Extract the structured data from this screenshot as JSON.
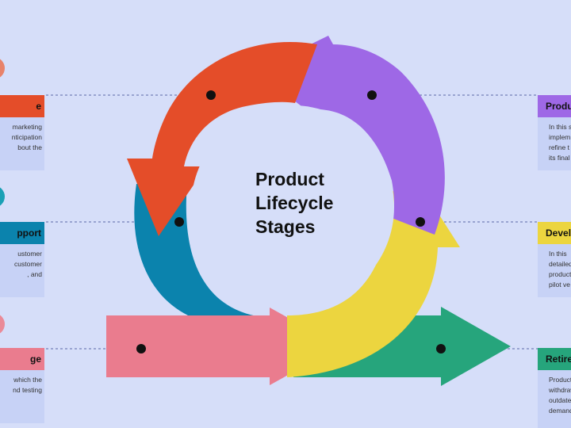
{
  "title_lines": [
    "Product",
    "Lifecycle",
    "Stages"
  ],
  "colors": {
    "background": "#d6def9",
    "orange": "#e44d29",
    "purple": "#9e68e6",
    "teal": "#0b83ad",
    "yellow": "#ecd53f",
    "green": "#26a57c",
    "pink": "#ea7c8e",
    "card_body": "#c7d2f6"
  },
  "stages": [
    {
      "id": "left-1",
      "header": "e",
      "body": [
        "marketing",
        "nticipation",
        "bout the"
      ],
      "color": "#e44d29"
    },
    {
      "id": "left-2",
      "header": "pport",
      "body": [
        "ustomer",
        "customer",
        ", and"
      ],
      "color": "#0b83ad"
    },
    {
      "id": "left-3",
      "header": "ge",
      "body": [
        "which the",
        "nd testing"
      ],
      "color": "#ea7c8e"
    },
    {
      "id": "right-1",
      "header": "Produ",
      "body": [
        "In this s",
        "implem",
        "refine t",
        "its final"
      ],
      "color": "#9e68e6"
    },
    {
      "id": "right-2",
      "header": "Devel",
      "body": [
        "In this",
        "detailed",
        "product",
        "pilot ve"
      ],
      "color": "#ecd53f"
    },
    {
      "id": "right-3",
      "header": "Retire",
      "body": [
        "Product r",
        "withdraw",
        "outdated",
        "demand."
      ],
      "color": "#26a57c"
    }
  ]
}
